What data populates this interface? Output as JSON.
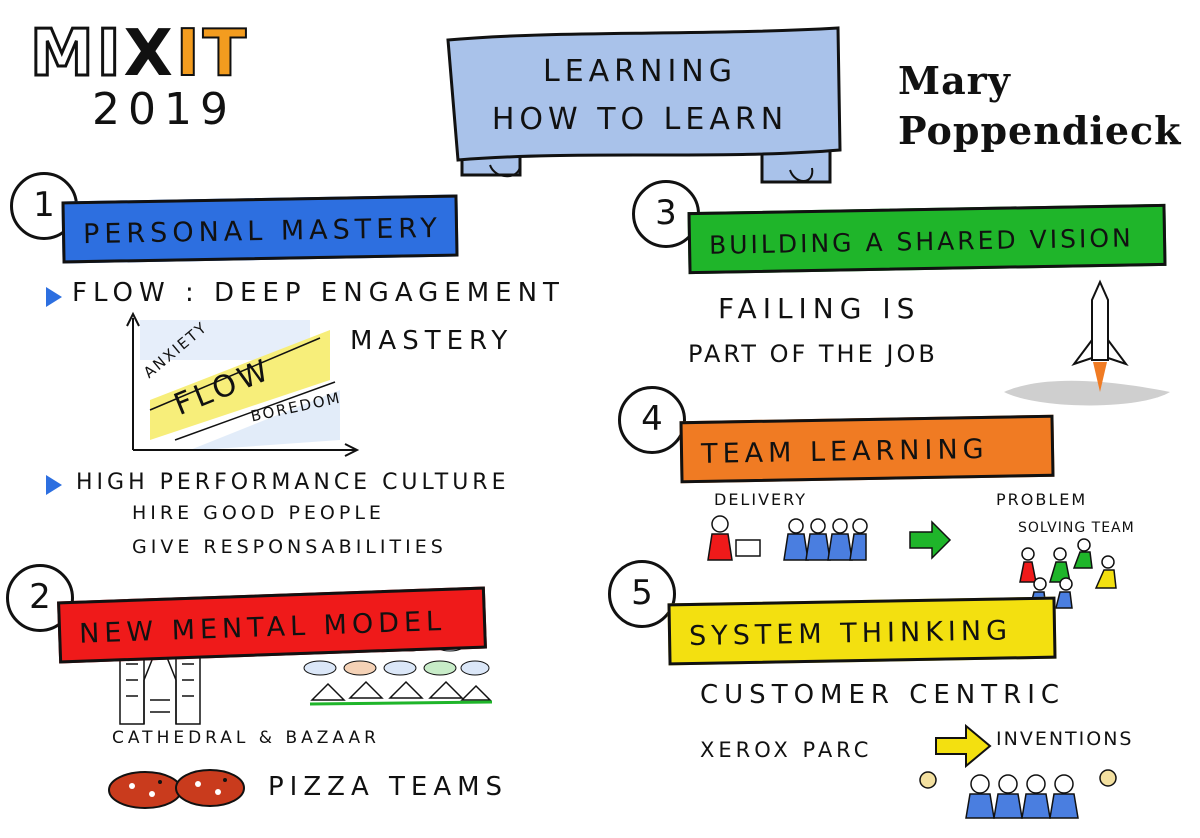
{
  "logo": {
    "part1": "MI",
    "part2": "X",
    "part3": "IT",
    "year": "2019"
  },
  "title": {
    "line1": "Learning",
    "line2": "How to learn"
  },
  "author": {
    "first": "Mary",
    "last": "Poppendieck"
  },
  "sections": [
    {
      "number": "1",
      "title": "Personal Mastery",
      "flow_bullet": "Flow : Deep engagement",
      "mastery": "Mastery",
      "graph_labels": {
        "anxiety": "Anxiety",
        "flow": "Flow",
        "boredom": "Boredom"
      },
      "culture_bullet": "High performance culture",
      "lines": [
        "Hire good people",
        "Give responsabilities"
      ]
    },
    {
      "number": "2",
      "title": "New mental model",
      "caption": "Cathedral & Bazaar",
      "pizza": "Pizza teams"
    },
    {
      "number": "3",
      "title": "Building a shared vision",
      "lines": [
        "Failing is",
        "part of the job"
      ]
    },
    {
      "number": "4",
      "title": "Team Learning",
      "delivery": "Delivery",
      "problem": "Problem",
      "solving": "solving team"
    },
    {
      "number": "5",
      "title": "System thinking",
      "customer": "Customer centric",
      "xerox": "Xerox parc",
      "inventions": "Inventions"
    }
  ],
  "colors": {
    "blue": "#2d6fe0",
    "red": "#ef1a1a",
    "green": "#1fb52a",
    "orange": "#f07b23",
    "yellow": "#f3e010",
    "banner": "#a9c2ea",
    "logo_accent": "#f39c1f"
  }
}
